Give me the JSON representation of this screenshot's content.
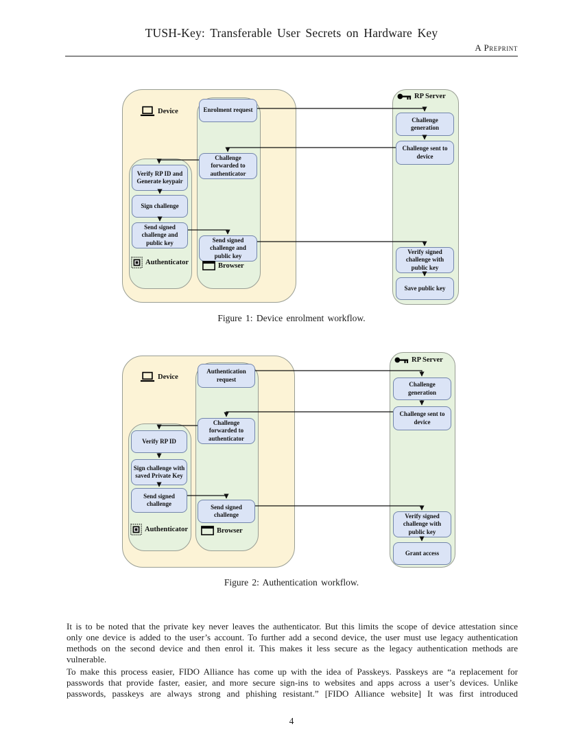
{
  "header": {
    "title": "TUSH-Key: Transferable User Secrets on Hardware Key",
    "running_head": "A Preprint"
  },
  "colors": {
    "device_fill": "#fcf3d6",
    "panel_fill": "#e6f2de",
    "node_fill": "#dbe4f6",
    "node_border": "#7285ab",
    "arrow": "#111111"
  },
  "icons": {
    "device": "laptop-icon",
    "rp_server": "key-icon",
    "authenticator": "chip-icon",
    "browser": "window-icon"
  },
  "figure1": {
    "caption": "Figure 1: Device enrolment workflow.",
    "device_label": "Device",
    "rp_server_label": "RP Server",
    "authenticator_label": "Authenticator",
    "browser_label": "Browser",
    "browser_nodes": [
      "Enrolment request",
      "Challenge forwarded to authenticator",
      "Send signed challenge and public key"
    ],
    "authenticator_nodes": [
      "Verify RP ID and Generate keypair",
      "Sign challenge",
      "Send signed challenge and public key"
    ],
    "rp_nodes": [
      "Challenge generation",
      "Challenge sent to device",
      "Verify signed challenge with public key",
      "Save public key"
    ]
  },
  "figure2": {
    "caption": "Figure 2: Authentication workflow.",
    "device_label": "Device",
    "rp_server_label": "RP Server",
    "authenticator_label": "Authenticator",
    "browser_label": "Browser",
    "browser_nodes": [
      "Authentication request",
      "Challenge forwarded to authenticator",
      "Send signed challenge"
    ],
    "authenticator_nodes": [
      "Verify RP ID",
      "Sign challenge with saved Private Key",
      "Send signed challenge"
    ],
    "rp_nodes": [
      "Challenge generation",
      "Challenge sent to device",
      "Verify signed challenge with public key",
      "Grant access"
    ]
  },
  "body": {
    "paragraph1": "It is to be noted that the private key never leaves the authenticator. But this limits the scope of device attestation since only one device is added to the user’s account. To further add a second device, the user must use legacy authentication methods on the second device and then enrol it. This makes it less secure as the legacy authentication methods are vulnerable.",
    "paragraph2": "To make this process easier, FIDO Alliance has come up with the idea of Passkeys. Passkeys are “a replacement for passwords that provide faster, easier, and more secure sign-ins to websites and apps across a user’s devices. Unlike passwords, passkeys are always strong and phishing resistant.” [FIDO Alliance website] It was first introduced"
  },
  "page_number": "4"
}
